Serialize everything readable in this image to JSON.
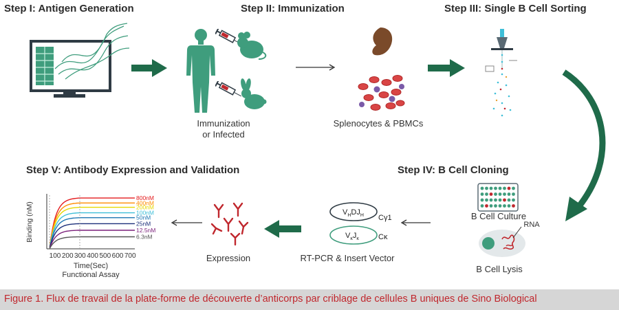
{
  "steps": {
    "s1": "Step I: Antigen Generation",
    "s2": "Step II: Immunization",
    "s3": "Step III: Single B Cell Sorting",
    "s4": "Step IV: B Cell Cloning",
    "s5": "Step V: Antibody Expression and Validation"
  },
  "labels": {
    "immunization_1": "Immunization",
    "immunization_2": "or Infected",
    "splenocytes": "Splenocytes & PBMCs",
    "culture": "B Cell Culture",
    "lysis": "B Cell Lysis",
    "rna": "RNA",
    "rtpcr": "RT-PCR & Insert Vector",
    "expression": "Expression",
    "cgamma": "Cγ1",
    "ckappa": "Cκ"
  },
  "assay": {
    "title": "Functional Assay",
    "xlabel": "Time(Sec)",
    "ylabel": "Binding (nM)"
  },
  "chart_data": {
    "type": "line",
    "xlabel": "Time(Sec)",
    "ylabel": "Binding (nM)",
    "x_ticks": [
      "100",
      "200",
      "300",
      "400",
      "500",
      "600",
      "700"
    ],
    "series": [
      {
        "name": "800nM",
        "color": "#e41a1c",
        "plateau": 0.93
      },
      {
        "name": "400nM",
        "color": "#ff8c00",
        "plateau": 0.84
      },
      {
        "name": "200nM",
        "color": "#e6d800",
        "plateau": 0.76
      },
      {
        "name": "100nM",
        "color": "#3fbfd8",
        "plateau": 0.66
      },
      {
        "name": "50nM",
        "color": "#1f77b4",
        "plateau": 0.57
      },
      {
        "name": "25nM",
        "color": "#1c2f7a",
        "plateau": 0.46
      },
      {
        "name": "12.5nM",
        "color": "#7a1f7a",
        "plateau": 0.34
      },
      {
        "name": "6.3nM",
        "color": "#555555",
        "plateau": 0.22
      }
    ]
  },
  "caption": "Figure 1. Flux de travail de la plate-forme de découverte d’anticorps par criblage de cellules B uniques de Sino Biological",
  "colors": {
    "green": "#1f6b4a",
    "teal": "#3f9d7d",
    "red": "#c0272d",
    "purple": "#7a5aa8"
  }
}
